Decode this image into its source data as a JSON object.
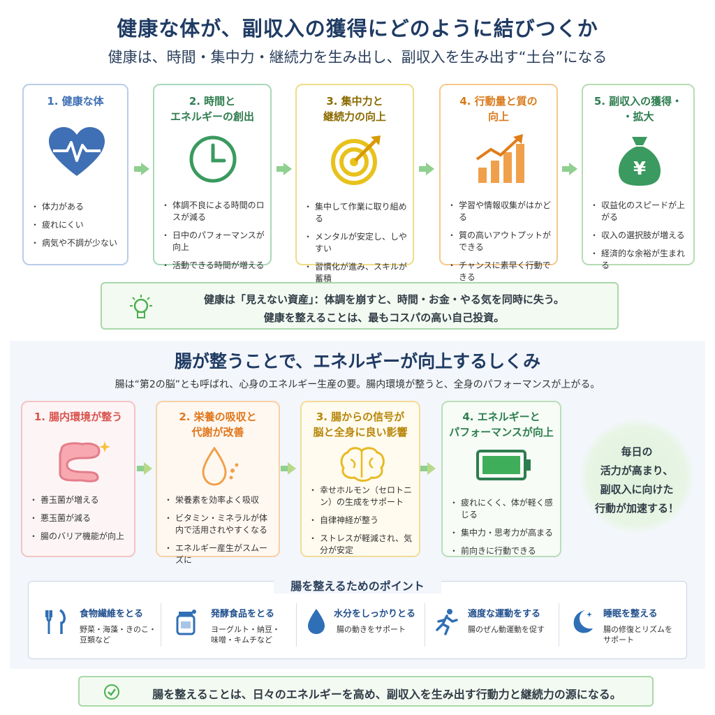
{
  "header": {
    "title": "健康な体が、副収入の獲得にどのように結びつくか",
    "subtitle": "健康は、時間・集中力・継続力を生み出し、副収入を生み出す“土台”になる"
  },
  "steps_top": [
    {
      "title_l1": "1. 健康な体",
      "title_l2": "",
      "color": "#3f6fb5",
      "border": "#b9cde8",
      "icon": "heart-pulse-icon",
      "items": [
        "体力がある",
        "疲れにくい",
        "病気や不調が少ない"
      ]
    },
    {
      "title_l1": "2. 時間と",
      "title_l2": "エネルギーの創出",
      "color": "#2e7d4f",
      "border": "#a9d8b9",
      "icon": "clock-icon",
      "items": [
        "体調不良による時間のロスが減る",
        "日中のパフォーマンスが向上",
        "活動できる時間が増える"
      ]
    },
    {
      "title_l1": "3. 集中力と",
      "title_l2": "継続力の向上",
      "color": "#8a6a00",
      "border": "#f0dc86",
      "icon": "target-icon",
      "items": [
        "集中して作業に取り組める",
        "メンタルが安定し、しやすい",
        "習慣化が進み、スキルが蓄積"
      ]
    },
    {
      "title_l1": "4. 行動量と質の",
      "title_l2": "向上",
      "color": "#d97a1a",
      "border": "#f5c88e",
      "icon": "growth-chart-icon",
      "items": [
        "学習や情報収集がはかどる",
        "質の高いアウトプットができる",
        "チャンスに素早く行動できる"
      ]
    },
    {
      "title_l1": "5. 副収入の獲得・",
      "title_l2": "・拡大",
      "color": "#2e7d4f",
      "border": "#b6dcb3",
      "icon": "money-bag-icon",
      "items": [
        "収益化のスピードが上がる",
        "収入の選択肢が増える",
        "経済的な余裕が生まれる"
      ]
    }
  ],
  "note": {
    "line1": "健康は「見えない資産」：体調を崩すと、時間・お金・やる気を同時に失う。",
    "line2": "健康を整えることは、最もコスパの高い自己投資。"
  },
  "section2": {
    "title": "腸が整うことで、エネルギーが向上するしくみ",
    "subtitle": "腸は“第2の脳”とも呼ばれ、心身のエネルギー生産の要。腸内環境が整うと、全身のパフォーマンスが上がる。"
  },
  "steps_bottom": [
    {
      "title_l1": "1. 腸内環境が整う",
      "title_l2": "",
      "color": "#d9534f",
      "border": "#f2c4c4",
      "bg": "#fdf5f5",
      "icon": "intestine-icon",
      "items": [
        "善玉菌が増える",
        "悪玉菌が減る",
        "腸のバリア機能が向上"
      ]
    },
    {
      "title_l1": "2. 栄養の吸収と",
      "title_l2": "代謝が改善",
      "color": "#e0761b",
      "border": "#f6d0a8",
      "bg": "#fff8f0",
      "icon": "drop-icon",
      "items": [
        "栄養素を効率よく吸収",
        "ビタミン・ミネラルが体内で活用されやすくなる",
        "エネルギー産生がスムーズに"
      ]
    },
    {
      "title_l1": "3. 腸からの信号が",
      "title_l2": "脳と全身に良い影響",
      "color": "#b8860b",
      "border": "#f2dc9a",
      "bg": "#fffbee",
      "icon": "brain-icon",
      "items": [
        "幸せホルモン（セロトニン）の生成をサポート",
        "自律神経が整う",
        "ストレスが軽減され、気分が安定"
      ]
    },
    {
      "title_l1": "4. エネルギーと",
      "title_l2": "パフォーマンスが向上",
      "color": "#2e7d4f",
      "border": "#b9deb9",
      "bg": "#f7fcf6",
      "icon": "battery-icon",
      "items": [
        "疲れにくく、体が軽く感じる",
        "集中力・思考力が高まる",
        "前向きに行動できる"
      ]
    }
  ],
  "energy_result": {
    "l1": "毎日の",
    "l2": "活力が高まり、",
    "l3": "副収入に向けた",
    "l4": "行動が加速する！"
  },
  "points": {
    "title": "腸を整えるためのポイント",
    "items": [
      {
        "title": "食物繊維をとる",
        "desc_l1": "野菜・海藻・きのこ・",
        "desc_l2": "豆類など",
        "icon": "fork-knife-icon"
      },
      {
        "title": "発酵食品をとる",
        "desc_l1": "ヨーグルト・納豆・",
        "desc_l2": "味噌・キムチなど",
        "icon": "fermented-jar-icon"
      },
      {
        "title": "水分をしっかりとる",
        "desc_l1": "腸の動きをサポート",
        "desc_l2": "",
        "icon": "water-drop-icon"
      },
      {
        "title": "適度な運動をする",
        "desc_l1": "腸のぜん動運動を促す",
        "desc_l2": "",
        "icon": "running-icon"
      },
      {
        "title": "睡眠を整える",
        "desc_l1": "腸の修復とリズムを",
        "desc_l2": "サポート",
        "icon": "moon-icon"
      }
    ]
  },
  "final": {
    "text": "腸を整えることは、日々のエネルギーを高め、副収入を生み出す行動力と継続力の源になる。"
  }
}
